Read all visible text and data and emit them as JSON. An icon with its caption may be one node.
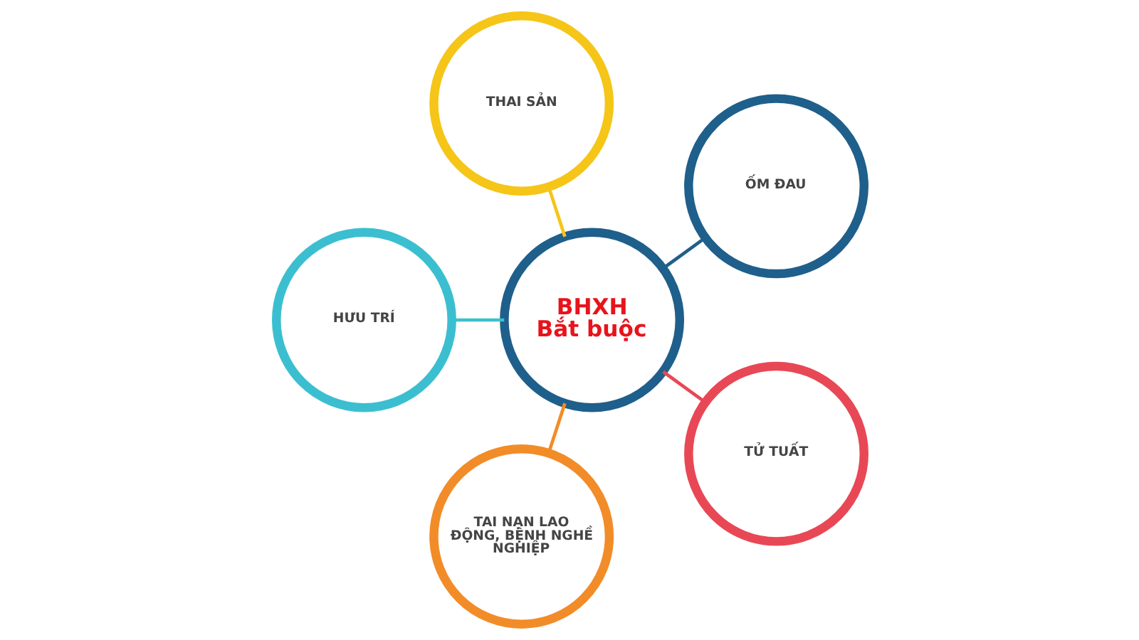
{
  "diagram": {
    "nodes": [
      {
        "text": [
          "BHXH",
          "Bắt buộc"
        ]
      },
      {
        "text": [
          "ỐM ĐAU"
        ]
      },
      {
        "text": [
          "THAI SẢN"
        ]
      },
      {
        "text": [
          "HƯU TRÍ"
        ]
      },
      {
        "text": [
          "TAI NẠN LAO ĐỘNG, BỆNH NGHỀ NGHIỆP"
        ]
      },
      {
        "text": [
          "TỬ TUẤT"
        ]
      }
    ],
    "edges": [
      {
        "from": 0,
        "to": 1,
        "arrow": "none",
        "color": "#1f5f8b"
      },
      {
        "from": 0,
        "to": 2,
        "arrow": "none",
        "color": "#f5c518"
      },
      {
        "from": 0,
        "to": 3,
        "arrow": "none",
        "color": "#3bbfd0"
      },
      {
        "from": 0,
        "to": 4,
        "arrow": "none",
        "color": "#f28c28"
      },
      {
        "from": 0,
        "to": 5,
        "arrow": "none",
        "color": "#e84855"
      }
    ]
  }
}
